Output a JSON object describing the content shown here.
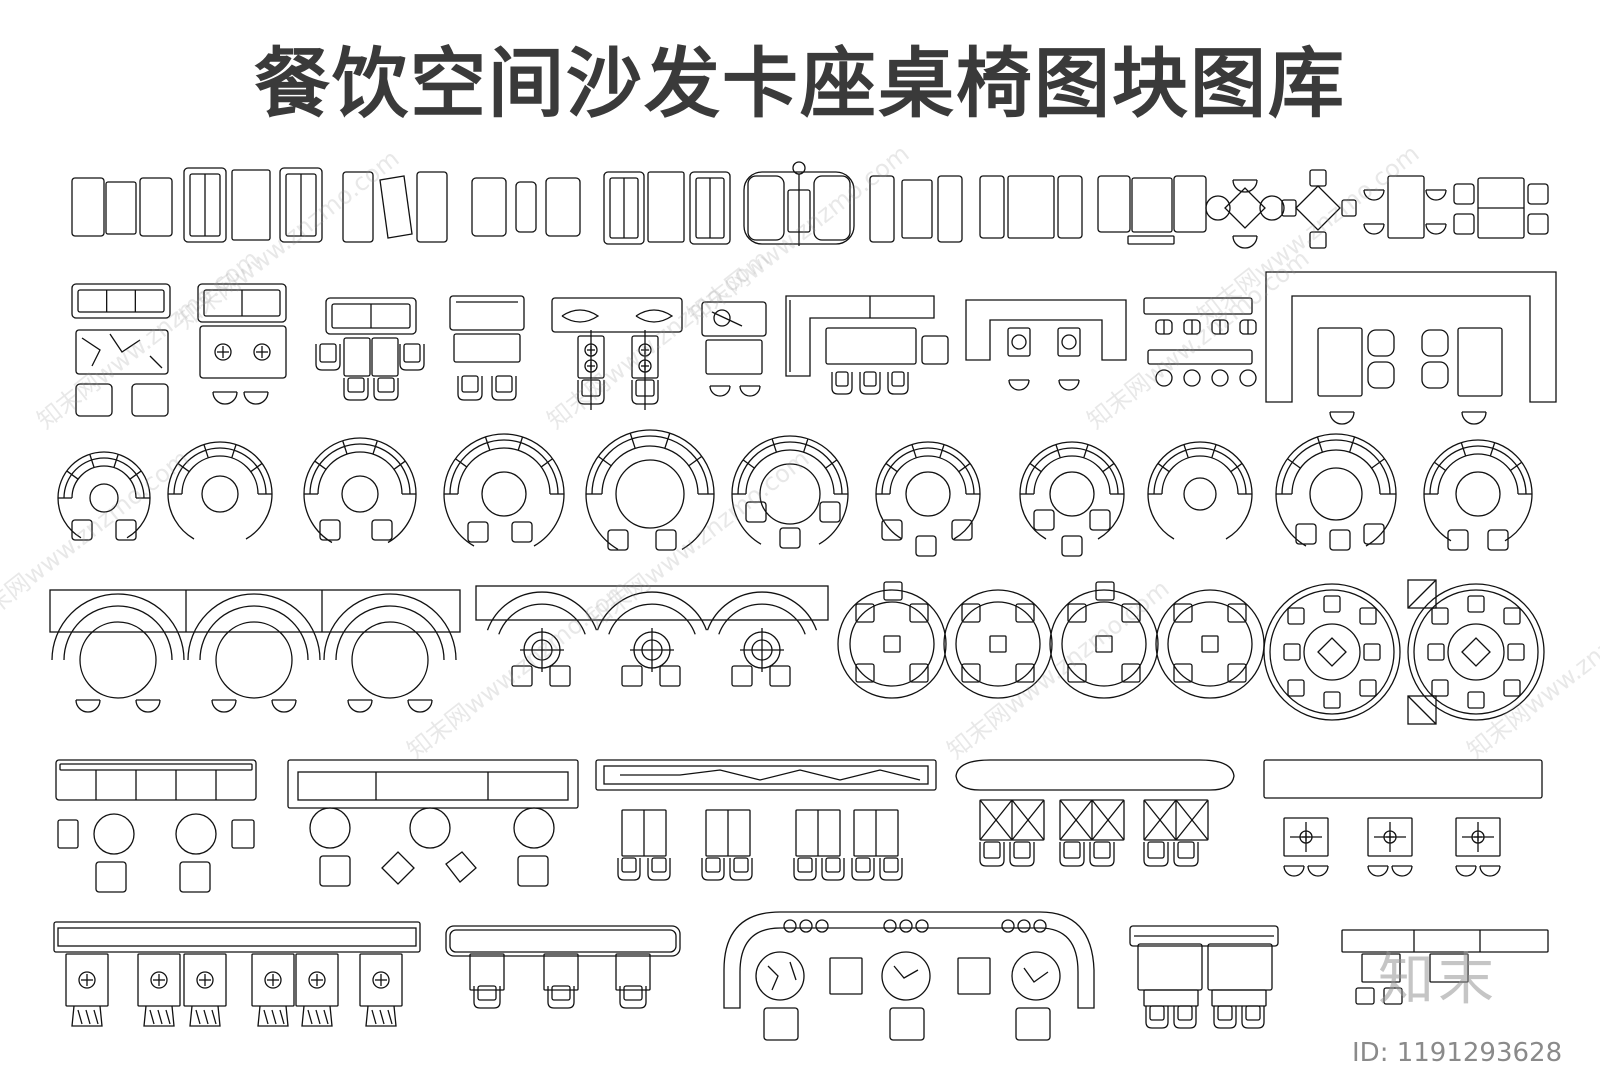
{
  "title": "餐饮空间沙发卡座桌椅图块图库",
  "watermark": {
    "text": "知末网www.znzmo.com",
    "color": "#969696"
  },
  "brand_logo": "知末",
  "id_label": "ID: 1191293628",
  "colors": {
    "title": "#3a3a3a",
    "line": "#111111",
    "background": "#ffffff"
  }
}
